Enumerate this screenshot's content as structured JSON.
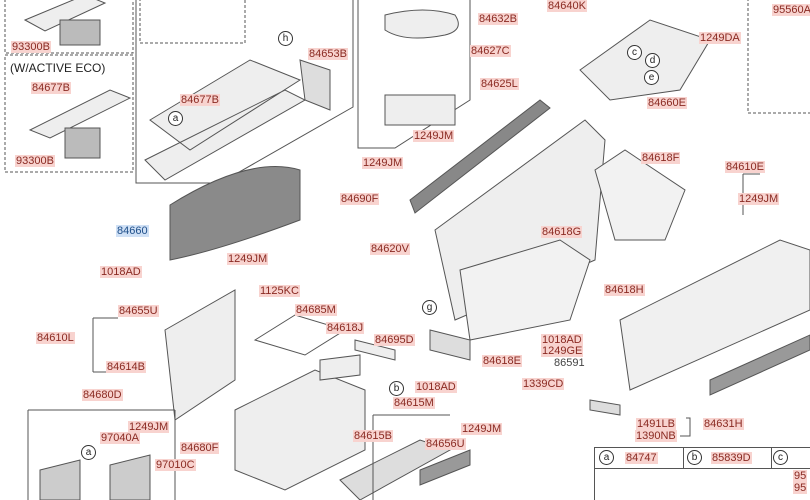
{
  "labels": {
    "l1": "93300B",
    "l2": "93300B",
    "note": "(W/ACTIVE ECO)",
    "l3": "84677B",
    "l4": "84677B",
    "l5": "84653B",
    "l6": "84632B",
    "l7": "84640K",
    "l8": "84627C",
    "l9": "84625L",
    "l10": "1249JM",
    "l11": "1249DA",
    "l12": "84660E",
    "l13": "95560A",
    "l14": "1249JM",
    "l15": "84690F",
    "l16": "84618F",
    "l17": "84610E",
    "l18": "1249JM",
    "l19": "84618G",
    "l20": "84620V",
    "l21": "84660",
    "l22": "1018AD",
    "l23": "1249JM",
    "l24": "1125KC",
    "l25": "84685M",
    "l26": "84618J",
    "l27": "84695D",
    "l28": "84655U",
    "l29": "84610L",
    "l30": "84614B",
    "l31": "84618H",
    "l32": "1018AD",
    "l33": "1249GE",
    "l34": "86591",
    "l35": "1339CD",
    "l36": "84618E",
    "l37": "1018AD",
    "l38": "84615M",
    "l39": "1491LB",
    "l40": "84631H",
    "l41": "1390NB",
    "l42": "1249JM",
    "l43": "84656U",
    "l44": "84615B",
    "l45": "84680D",
    "l46": "1249JM",
    "l47": "97040A",
    "l48": "84680F",
    "l49": "97010C"
  },
  "callouts": {
    "h": "h",
    "a": "a",
    "c": "c",
    "d": "d",
    "e": "e",
    "g": "g",
    "b": "b"
  },
  "table": {
    "a": "a",
    "a_part": "84747",
    "b": "b",
    "b_part": "85839D",
    "c": "c",
    "c_part1": "95",
    "c_part2": "95"
  }
}
